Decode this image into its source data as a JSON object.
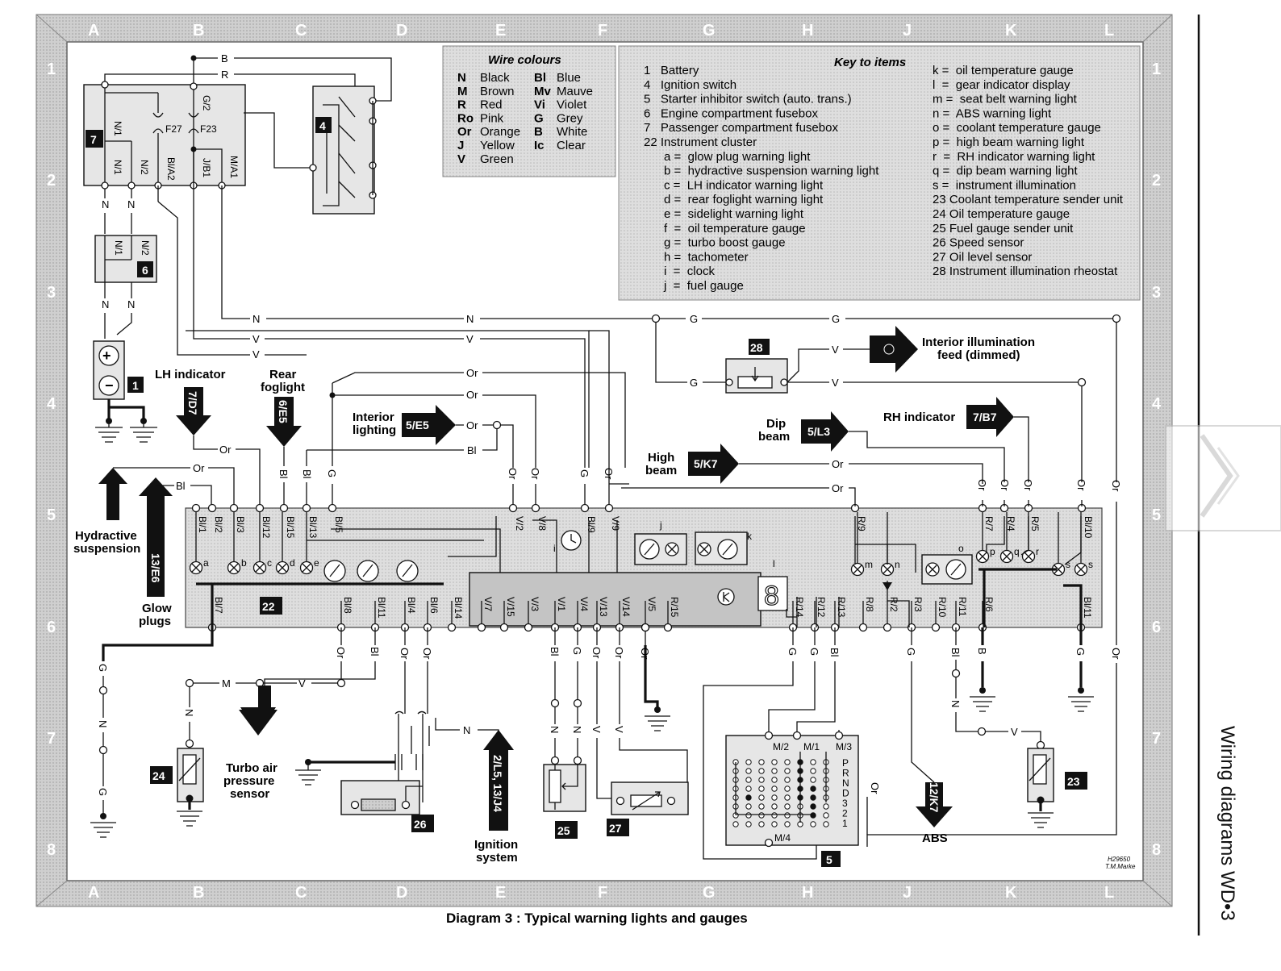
{
  "grid": {
    "columns": [
      "A",
      "B",
      "C",
      "D",
      "E",
      "F",
      "G",
      "H",
      "J",
      "K",
      "L"
    ],
    "rows": [
      "1",
      "2",
      "3",
      "4",
      "5",
      "6",
      "7",
      "8"
    ]
  },
  "wire_colours": {
    "title": "Wire colours",
    "items": [
      {
        "code": "N",
        "name": "Black"
      },
      {
        "code": "M",
        "name": "Brown"
      },
      {
        "code": "R",
        "name": "Red"
      },
      {
        "code": "Ro",
        "name": "Pink"
      },
      {
        "code": "Or",
        "name": "Orange"
      },
      {
        "code": "J",
        "name": "Yellow"
      },
      {
        "code": "V",
        "name": "Green"
      },
      {
        "code": "Bl",
        "name": "Blue"
      },
      {
        "code": "Mv",
        "name": "Mauve"
      },
      {
        "code": "Vi",
        "name": "Violet"
      },
      {
        "code": "G",
        "name": "Grey"
      },
      {
        "code": "B",
        "name": "White"
      },
      {
        "code": "Ic",
        "name": "Clear"
      }
    ]
  },
  "key": {
    "title": "Key to items",
    "col1": [
      "1   Battery",
      "4   Ignition switch",
      "5   Starter inhibitor switch (auto. trans.)",
      "6   Engine compartment fusebox",
      "7   Passenger compartment fusebox",
      "22 Instrument cluster",
      "      a =  glow plug warning light",
      "      b =  hydractive suspension warning light",
      "      c =  LH indicator warning light",
      "      d =  rear foglight warning light",
      "      e =  sidelight warning light",
      "      f  =  oil temperature gauge",
      "      g =  turbo boost gauge",
      "      h =  tachometer",
      "      i  =  clock",
      "      j  =  fuel gauge"
    ],
    "col2": [
      "k =  oil temperature gauge",
      "l  =  gear indicator display",
      "m =  seat belt warning light",
      "n =  ABS warning light",
      "o =  coolant temperature gauge",
      "p =  high beam warning light",
      "r  =  RH indicator warning light",
      "q =  dip beam warning light",
      "s =  instrument illumination",
      "23 Coolant temperature sender unit",
      "24 Oil temperature gauge",
      "25 Fuel gauge sender unit",
      "26 Speed sensor",
      "27 Oil level sensor",
      "28 Instrument illumination rheostat"
    ]
  },
  "labels": {
    "lh_indicator": "LH indicator",
    "rear_foglight_1": "Rear",
    "rear_foglight_2": "foglight",
    "interior_lighting_1": "Interior",
    "interior_lighting_2": "lighting",
    "hydractive_1": "Hydractive",
    "hydractive_2": "suspension",
    "glow_1": "Glow",
    "glow_2": "plugs",
    "high_beam_1": "High",
    "high_beam_2": "beam",
    "dip_beam_1": "Dip",
    "dip_beam_2": "beam",
    "rh_indicator": "RH indicator",
    "interior_illum_1": "Interior illumination",
    "interior_illum_2": "feed (dimmed)",
    "turbo_1": "Turbo air",
    "turbo_2": "pressure",
    "turbo_3": "sensor",
    "ignition_1": "Ignition",
    "ignition_2": "system",
    "abs": "ABS",
    "credit_1": "H29650",
    "credit_2": "T.M.Marke"
  },
  "arrows": {
    "lh": "7/D7",
    "fog": "6/E5",
    "interior": "5/E5",
    "hydractive": "13/E6",
    "highbeam": "5/K7",
    "dipbeam": "5/L3",
    "rh": "7/B7",
    "abs": "12/K7",
    "ignition": "2/L5, 13/J4"
  },
  "items": {
    "n1": "1",
    "n4": "4",
    "n5": "5",
    "n6": "6",
    "n7": "7",
    "n22": "22",
    "n23": "23",
    "n24": "24",
    "n25": "25",
    "n26": "26",
    "n27": "27",
    "n28": "28"
  },
  "caption": "Diagram 3 : Typical warning lights and gauges",
  "side_title": "Wiring diagrams  WD•3"
}
